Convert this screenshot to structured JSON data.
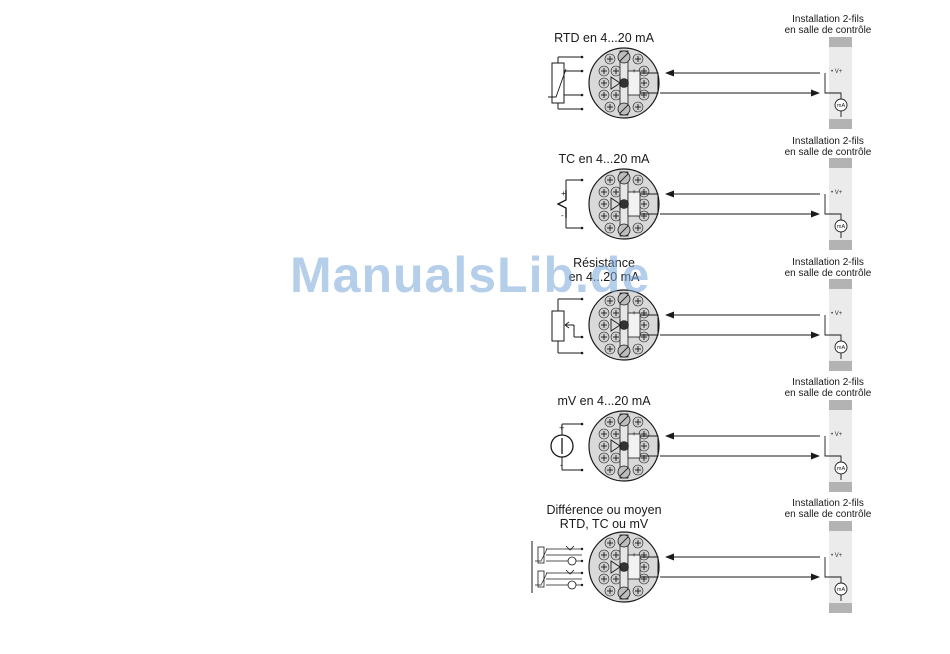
{
  "watermark": "ManualsLib.de",
  "panels": [
    {
      "title_lines": [
        "RTD en 4...20 mA"
      ],
      "control_lines": [
        "Installation 2-fils",
        "en salle de contrôle"
      ],
      "vplus": "• V+",
      "meter": "mA",
      "sensor": "rtd"
    },
    {
      "title_lines": [
        "TC en 4...20 mA"
      ],
      "control_lines": [
        "Installation 2-fils",
        "en salle de contrôle"
      ],
      "vplus": "• V+",
      "meter": "mA",
      "sensor": "tc"
    },
    {
      "title_lines": [
        "Résistance",
        "en 4...20 mA"
      ],
      "control_lines": [
        "Installation 2-fils",
        "en salle de contrôle"
      ],
      "vplus": "• V+",
      "meter": "mA",
      "sensor": "resistance"
    },
    {
      "title_lines": [
        "mV en 4...20 mA"
      ],
      "control_lines": [
        "Installation 2-fils",
        "en salle de contrôle"
      ],
      "vplus": "• V+",
      "meter": "mA",
      "sensor": "mv"
    },
    {
      "title_lines": [
        "Différence ou moyen",
        "RTD, TC ou mV"
      ],
      "control_lines": [
        "Installation 2-fils",
        "en salle de contrôle"
      ],
      "vplus": "• V+",
      "meter": "mA",
      "sensor": "dual"
    }
  ],
  "colors": {
    "ink": "#1a1a1a",
    "terminal_fill": "#d9d9d9",
    "screw_fill": "#bdbdbd",
    "rail": "#ebebeb",
    "rail_dark": "#b3b3b3"
  }
}
